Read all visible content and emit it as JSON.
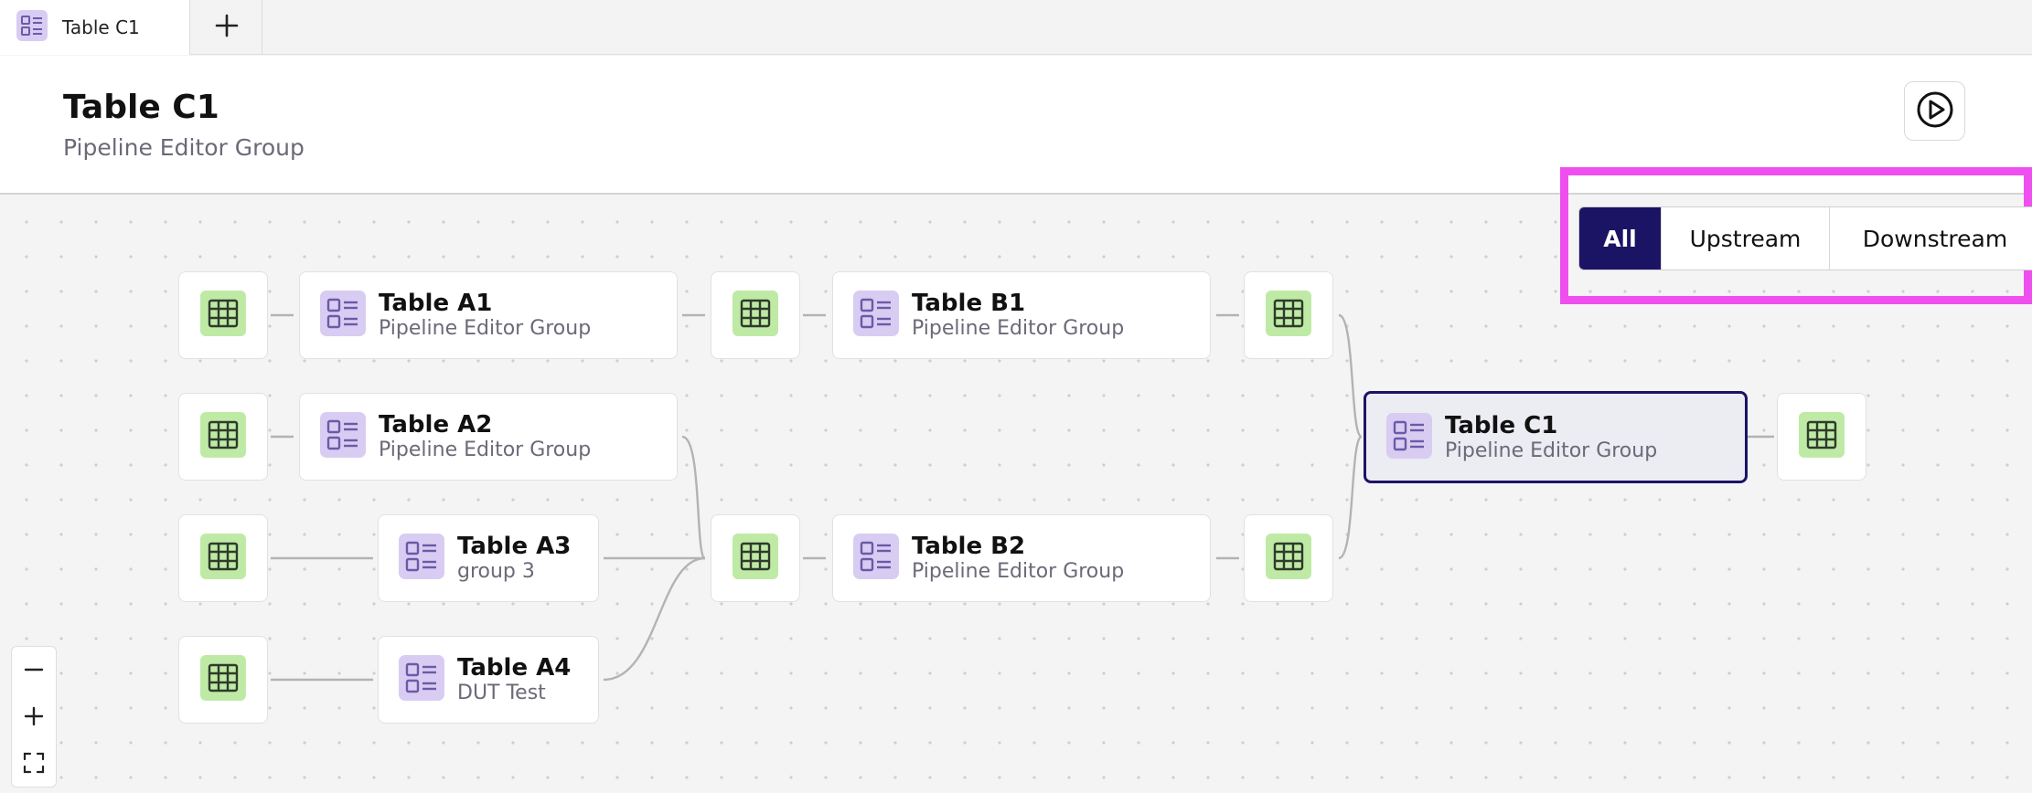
{
  "tabs": [
    {
      "label": "Table C1",
      "icon": "pipeline-icon",
      "active": true
    }
  ],
  "new_tab": {
    "icon": "plus-icon"
  },
  "header": {
    "title": "Table C1",
    "subtitle": "Pipeline Editor Group",
    "run_button": {
      "icon": "play-circle-icon"
    }
  },
  "filter": {
    "options": [
      "All",
      "Upstream",
      "Downstream"
    ],
    "selected": "All"
  },
  "nodes": {
    "a1": {
      "name": "Table A1",
      "group": "Pipeline Editor Group"
    },
    "a2": {
      "name": "Table A2",
      "group": "Pipeline Editor Group"
    },
    "a3": {
      "name": "Table A3",
      "group": "group 3"
    },
    "a4": {
      "name": "Table A4",
      "group": "DUT Test"
    },
    "b1": {
      "name": "Table B1",
      "group": "Pipeline Editor Group"
    },
    "b2": {
      "name": "Table B2",
      "group": "Pipeline Editor Group"
    },
    "c1": {
      "name": "Table C1",
      "group": "Pipeline Editor Group",
      "selected": true
    }
  },
  "zoom_controls": [
    {
      "icon": "minus-icon"
    },
    {
      "icon": "plus-icon"
    },
    {
      "icon": "fit-view-icon"
    }
  ],
  "colors": {
    "accent": "#1b1464",
    "pipeline_icon_bg": "#d9ccf2",
    "dataset_icon_bg": "#bfeaa6",
    "highlight": "#f04ff0"
  }
}
